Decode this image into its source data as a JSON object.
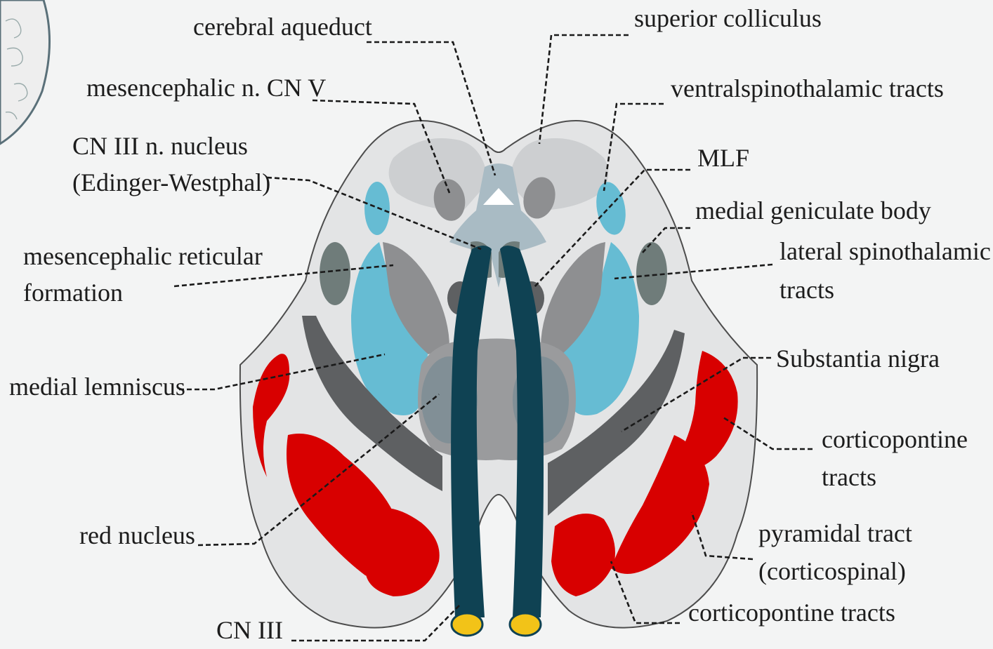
{
  "labels": {
    "cerebral_aqueduct": "cerebral aqueduct",
    "superior_colliculus": "superior colliculus",
    "mesencephalic_n_cn_v": "mesencephalic n. CN V",
    "ventral_spinothalamic": "ventralspinothalamic tracts",
    "cn_iii_nucleus_line1": "CN III n. nucleus",
    "cn_iii_nucleus_line2": "(Edinger-Westphal)",
    "mlf": "MLF",
    "medial_geniculate_body": "medial geniculate body",
    "mesencephalic_reticular_line1": "mesencephalic reticular",
    "mesencephalic_reticular_line2": "formation",
    "lateral_spinothalamic_line1": "lateral spinothalamic",
    "lateral_spinothalamic_line2": "tracts",
    "substantia_nigra": "Substantia nigra",
    "medial_lemniscus": "medial lemniscus",
    "corticopontine_right_line1": "corticopontine",
    "corticopontine_right_line2": "tracts",
    "red_nucleus": "red nucleus",
    "pyramidal_tract_line1": "pyramidal tract",
    "pyramidal_tract_line2": "(corticospinal)",
    "corticopontine_bottom": "corticopontine tracts",
    "cn_iii": "CN III"
  },
  "colors": {
    "background": "#f3f4f4",
    "brainstem_fill": "#e3e4e5",
    "pale_gray": "#cdcfd1",
    "mid_gray": "#8e8f91",
    "dark_gray": "#5e6062",
    "slate": "#6f7c7a",
    "light_blue": "#66bcd3",
    "pale_blue": "#a9bbc4",
    "red": "#d80000",
    "dark_teal": "#0f4253",
    "yellow": "#f2c318"
  }
}
